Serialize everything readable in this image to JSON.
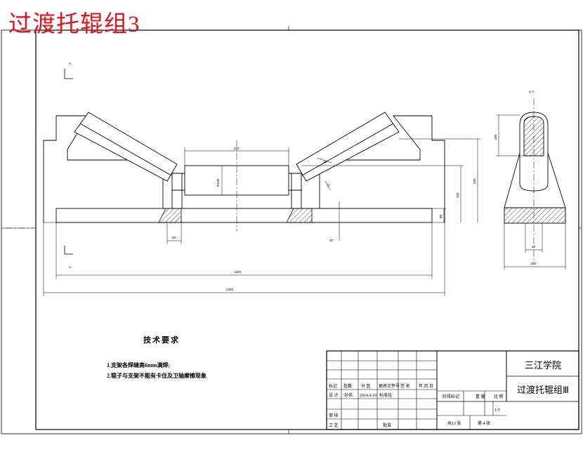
{
  "title": "过渡托辊组3",
  "section_label": "A-A",
  "view_arrow_label": "A",
  "dimensions": {
    "overall_length": "1400",
    "inner_length": "1200",
    "center_roller_length": "310",
    "center_roller_dia": "Φ108",
    "trough_angle": "30°",
    "tilt_angle": "2°",
    "height_total": "340",
    "height_mid": "250",
    "height_low": "80",
    "height_base": "30",
    "bracket_width": "60",
    "side_top": "100",
    "side_width": "220",
    "side_slot": "40"
  },
  "tech_requirements": {
    "title": "技术要求",
    "items": [
      "1.支架各焊缝高6mm满焊;",
      "2.辊子与支架不能有卡住及卫轴摩擦现象"
    ]
  },
  "title_block": {
    "school": "三江学院",
    "drawing_name": "过渡托辊组Ⅲ",
    "rev_headers": [
      "标记",
      "处数",
      "分 区",
      "更改文件号",
      "签 名",
      "年.月.日"
    ],
    "design_row": [
      "设 计",
      "孙伟",
      "2014.4.10",
      "标准化"
    ],
    "check_label": "审 核",
    "process_label": "工 艺",
    "approve_label": "批准",
    "stage_header": [
      "阶段标记",
      "重 量",
      "比 例"
    ],
    "scale": "1:5",
    "sheet_total": "共13 张",
    "sheet_no": "第 4 张"
  }
}
